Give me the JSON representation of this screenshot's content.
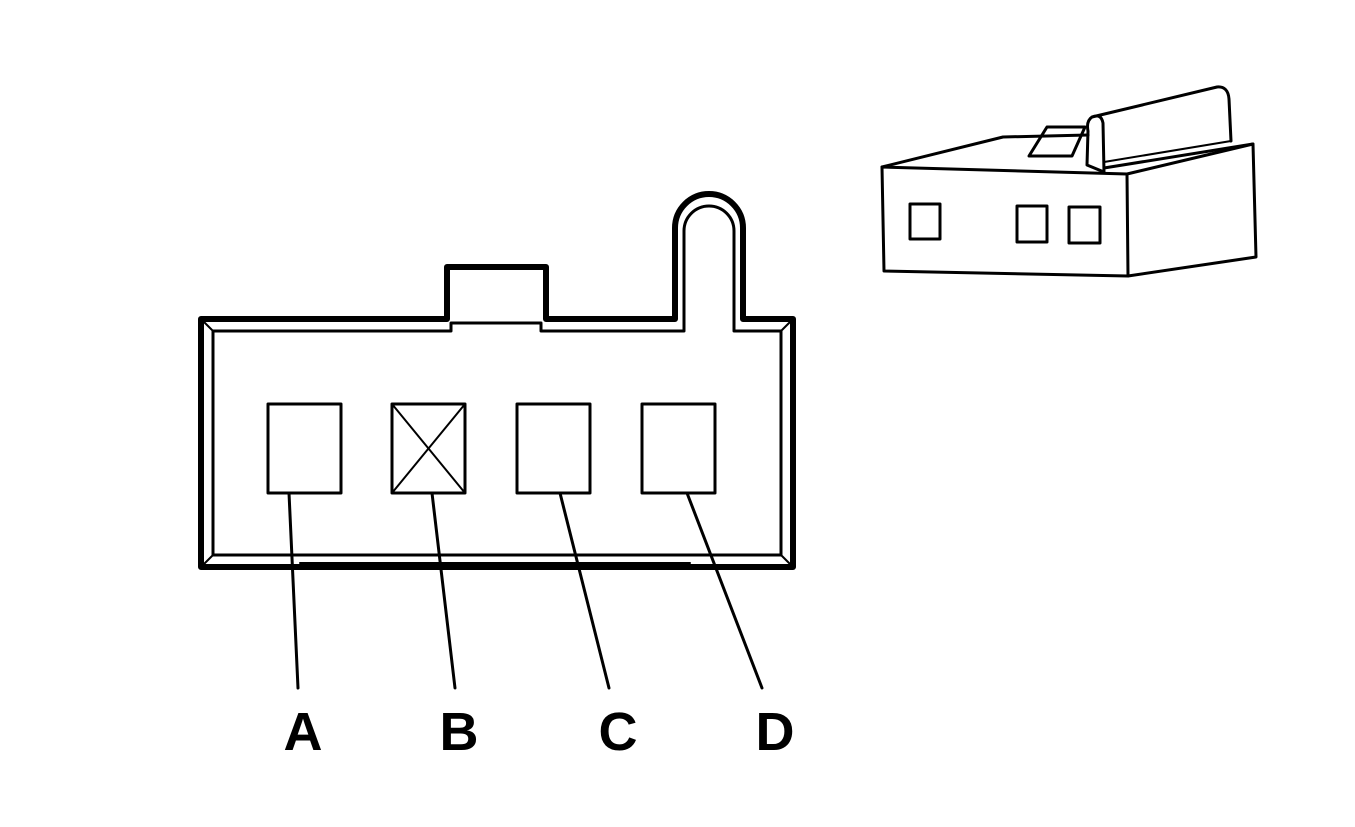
{
  "colors": {
    "line": "#000000",
    "background": "#ffffff"
  },
  "connector_front_view": {
    "cavities": [
      {
        "label": "A",
        "plugged": false
      },
      {
        "label": "B",
        "plugged": true
      },
      {
        "label": "C",
        "plugged": false
      },
      {
        "label": "D",
        "plugged": false
      }
    ]
  },
  "connector_perspective_view": {
    "visible_cavities": 3
  }
}
